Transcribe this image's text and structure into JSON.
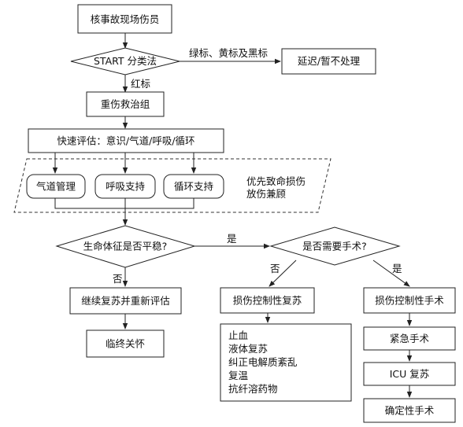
{
  "nodes": {
    "casualties": "核事故现场伤员",
    "triage": "START 分类法",
    "delayed": "延迟/暂不处理",
    "severe_team": "重伤救治组",
    "assessment": "快速评估：意识/气道/呼吸/循环",
    "airway": "气道管理",
    "breathing": "呼吸支持",
    "circulation": "循环支持",
    "priority_note_1": "优先致命损伤",
    "priority_note_2": "放伤兼顾",
    "vitals_stable": "生命体征是否平稳?",
    "surgery_needed": "是否需要手术?",
    "continue_resus": "继续复苏并重新评估",
    "end_of_life": "临终关怀",
    "dcr_mid": "损伤控制性复苏",
    "dcr_right": "损伤控制性手术",
    "measures": [
      "止血",
      "液体复苏",
      "纠正电解质紊乱",
      "复温",
      "抗纤溶药物"
    ],
    "emergency_surgery": "紧急手术",
    "icu": "ICU 复苏",
    "definitive_surgery": "确定性手术"
  },
  "edge_labels": {
    "green_yellow_black": "绿标、黄标及黑标",
    "red": "红标",
    "yes_stable": "是",
    "no_stable": "否",
    "no_surgery": "否",
    "yes_surgery": "是"
  },
  "colors": {
    "line": "#222222",
    "text": "#111111",
    "background": "#ffffff"
  }
}
